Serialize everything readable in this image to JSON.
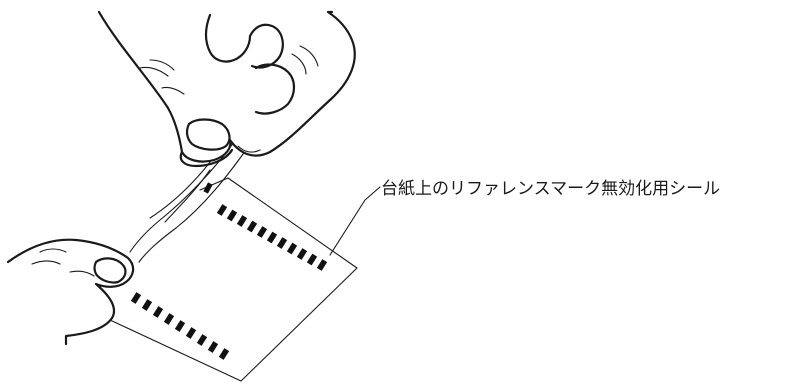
{
  "annotation": {
    "label": "台紙上のリファレンスマーク無効化用シール"
  },
  "marks": {
    "top_row_count": 11,
    "bottom_row_count": 9
  },
  "colors": {
    "line": "#1a1a1a",
    "mark": "#111111",
    "background": "#ffffff"
  }
}
